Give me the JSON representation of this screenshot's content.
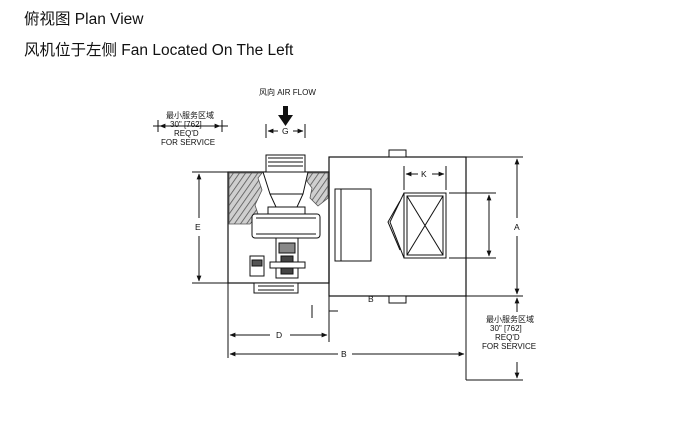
{
  "titles": {
    "plan_view": "俯视图 Plan View",
    "subtitle": "风机位于左侧 Fan Located On The Left"
  },
  "airflow": {
    "label": "风向 AIR FLOW"
  },
  "service_left": {
    "line1": "最小服务区域",
    "line2": "30\" [762]",
    "line3": "REQ'D",
    "line4": "FOR SERVICE"
  },
  "service_right": {
    "line1": "最小服务区域",
    "line2": "30\" [762]",
    "line3": "REQ'D",
    "line4": "FOR SERVICE"
  },
  "dimensions": {
    "A": "A",
    "B": "B",
    "D": "D",
    "E": "E",
    "G": "G",
    "K": "K",
    "B_small": "B"
  },
  "colors": {
    "line": "#111111",
    "insulation": "#777777",
    "background": "#ffffff"
  }
}
